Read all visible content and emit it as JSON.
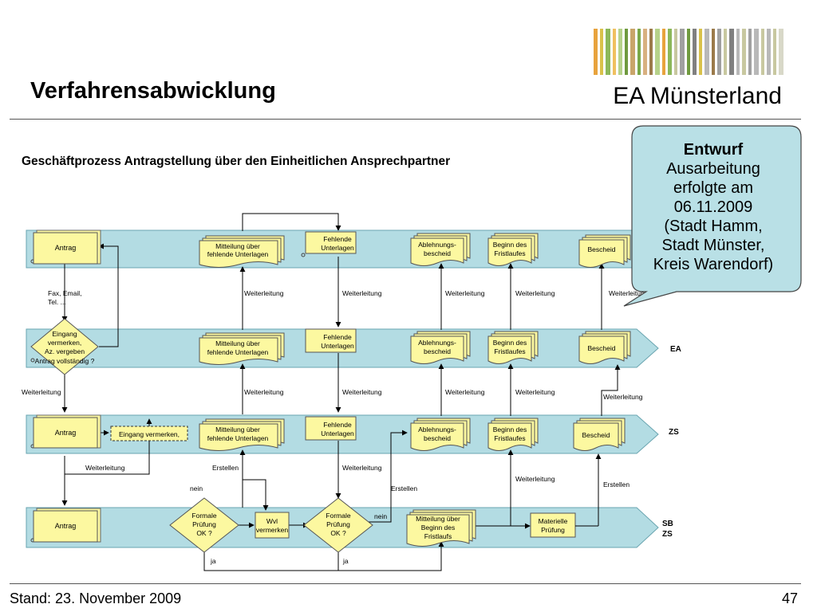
{
  "header": {
    "title": "Verfahrensabwicklung",
    "organization": "EA Münsterland",
    "logo_colors": [
      "#e8a33d",
      "#d9c24a",
      "#8cb85a",
      "#b6d28a",
      "#c9a56a",
      "#7aa84a",
      "#f0c060",
      "#a0a0a0",
      "#9b7a4a",
      "#c8c8a0",
      "#6f9a3f",
      "#d8b080",
      "#808080",
      "#b8b8b8"
    ]
  },
  "diagram": {
    "heading": "Geschäftprozess Antragstellung über den Einheitlichen Ansprechpartner",
    "lanes": [
      "EA",
      "ZS",
      "SB",
      "ZS"
    ],
    "nodes": {
      "antrag": "Antrag",
      "mitteilung_l1": "Mitteilung über",
      "mitteilung_l2": "fehlende Unterlagen",
      "fehlende_l1": "Fehlende",
      "fehlende_l2": "Unterlagen",
      "ablehnung_l1": "Ablehnungs-",
      "ablehnung_l2": "bescheid",
      "beginn_l1": "Beginn des",
      "beginn_l2": "Fristlaufes",
      "bescheid": "Bescheid",
      "eingang_l1": "Eingang",
      "eingang_l2": "vermerken,",
      "eingang_l3": "Az. vergeben",
      "eingang_l4": "Antrag vollständig ?",
      "eingang_vermerken": "Eingang vermerken,",
      "formale_l1": "Formale",
      "formale_l2": "Prüfung",
      "formale_l3": "OK ?",
      "wvl_l1": "Wvl",
      "wvl_l2": "vermerken",
      "mit_beginn_l1": "Mitteilung über",
      "mit_beginn_l2": "Beginn des",
      "mit_beginn_l3": "Fristlaufs",
      "materielle_l1": "Materielle",
      "materielle_l2": "Prüfung"
    },
    "edge_labels": {
      "fax_l1": "Fax, Email,",
      "fax_l2": "Tel. ...",
      "weiterleitung": "Weiterleitung",
      "erstellen": "Erstellen",
      "nein": "nein",
      "ja": "ja"
    },
    "colors": {
      "lane_fill": "#b3dce3",
      "node_fill": "#fcf8a0",
      "node_stroke": "#555555"
    }
  },
  "callout": {
    "line1": "Entwurf",
    "line2": "Ausarbeitung",
    "line3": "erfolgte am",
    "line4": "06.11.2009",
    "line5": "(Stadt Hamm,",
    "line6": "Stadt Münster,",
    "line7": "Kreis Warendorf)",
    "fill": "#b9e0e6"
  },
  "footer": {
    "stand": "Stand: 23. November 2009",
    "page": "47"
  }
}
